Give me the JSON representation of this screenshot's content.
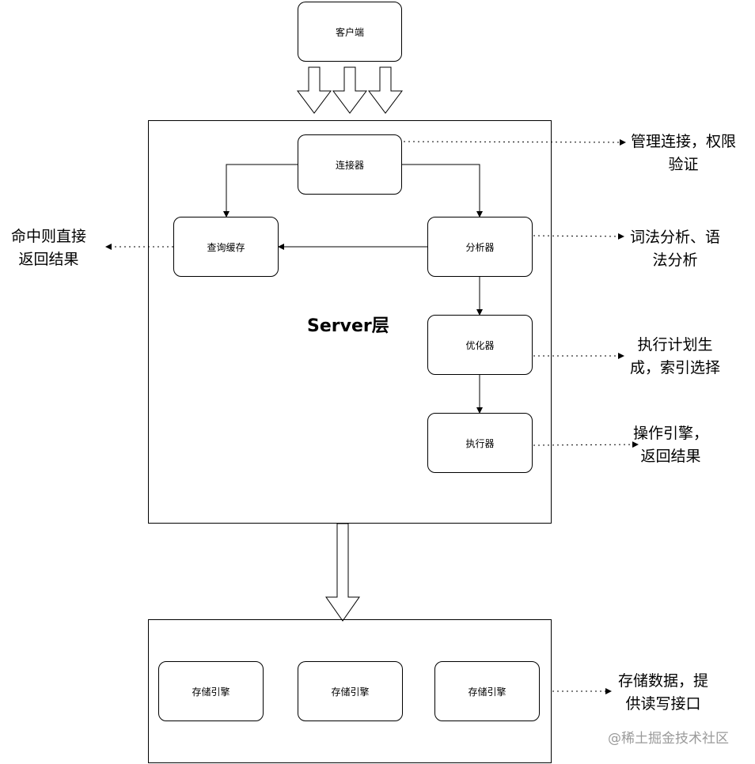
{
  "nodes": {
    "client": "客户端",
    "connector": "连接器",
    "query_cache": "查询缓存",
    "analyzer": "分析器",
    "optimizer": "优化器",
    "executor": "执行器",
    "engine_1": "存储引擎",
    "engine_2": "存储引擎",
    "engine_3": "存储引擎"
  },
  "layers": {
    "server": "Server层"
  },
  "notes": {
    "connector": [
      "管理连接，权限",
      "验证"
    ],
    "query_cache": [
      "命中则直接",
      "返回结果"
    ],
    "analyzer": [
      "词法分析、语",
      "法分析"
    ],
    "optimizer": [
      "执行计划生",
      "成，索引选择"
    ],
    "executor": [
      "操作引擎，",
      "返回结果"
    ],
    "storage": [
      "存储数据，提",
      "供读写接口"
    ]
  },
  "watermark": "@稀土掘金技术社区"
}
